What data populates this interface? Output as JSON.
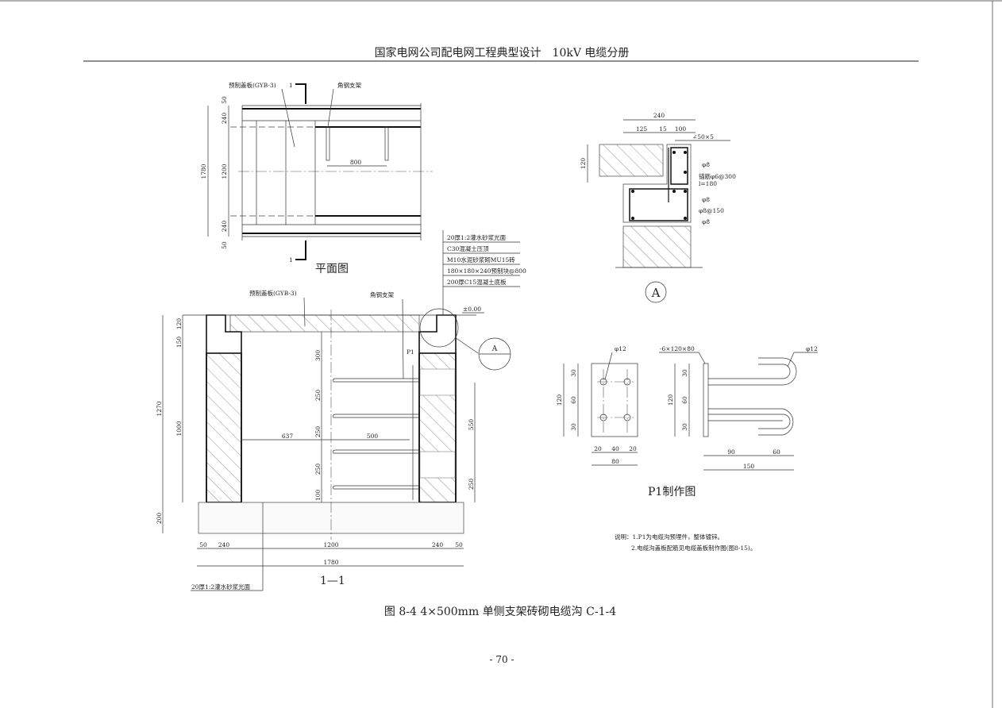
{
  "header": {
    "title": "国家电网公司配电网工程典型设计　10kV 电缆分册"
  },
  "plan_view": {
    "title": "平面图",
    "label_cover": "预制盖板(GYB-3)",
    "label_bracket": "角钢支架",
    "section_mark": "1",
    "dims": {
      "d50_top": "50",
      "d240_top": "240",
      "d1200": "1200",
      "d1780": "1780",
      "d240_bot": "240",
      "d50_bot": "50",
      "d800": "800"
    }
  },
  "layers": [
    "20厚1:2灌水砂浆光面",
    "C30混凝土压顶",
    "M10水泥砂浆砌MU15砖",
    "180×180×240预制块@800",
    "200厚C15混凝土底板"
  ],
  "section_view": {
    "title": "1—1",
    "label_cover": "预制盖板(GYB-3)",
    "label_bracket": "角钢支架",
    "label_p1": "P1",
    "level": "±0.00",
    "detail_ref": "A",
    "bottom_note": "20厚1:2灌水砂浆光面",
    "dims_left": {
      "d120": "120",
      "d150": "150",
      "d1270": "1270",
      "d1000": "1000",
      "d200": "200"
    },
    "dims_mid": {
      "d300": "300",
      "d250a": "250",
      "d250b": "250",
      "d250c": "250",
      "d100": "100",
      "d637": "637",
      "d500": "500"
    },
    "dims_right": {
      "d550": "550",
      "d250": "250"
    },
    "dims_bottom": {
      "d50a": "50",
      "d240a": "240",
      "d1200": "1200",
      "d240b": "240",
      "d50b": "50",
      "d1780": "1780"
    }
  },
  "detail_a": {
    "title": "A",
    "dims": {
      "d240": "240",
      "d125": "125",
      "d15": "15",
      "d100": "100",
      "d120": "120"
    },
    "labels": {
      "angle": "∠50×5",
      "r1": "φ8",
      "r2": "锚筋φ6@300",
      "r3": "l=180",
      "r4": "φ8",
      "r5": "φ8@150",
      "r6": "φ8"
    }
  },
  "p1": {
    "title": "P1制作图",
    "hole_label": "φ12",
    "plate_label": "-6×120×80",
    "hook_label": "φ12",
    "front_dims": {
      "d120": "120",
      "d30a": "30",
      "d60": "60",
      "d30b": "30",
      "d20a": "20",
      "d40": "40",
      "d20b": "20",
      "d80": "80"
    },
    "side_dims": {
      "d120": "120",
      "d30a": "30",
      "d60": "60",
      "d30b": "30",
      "d90": "90",
      "d60h": "60",
      "d150": "150"
    }
  },
  "notes": {
    "line1": "说明：1.P1为电缆沟预埋件，整体镀锌。",
    "line2": "2.电缆沟盖板配筋见电缆盖板制作图(图8-15)。"
  },
  "caption": "图 8-4  4×500mm 单侧支架砖砌电缆沟 C-1-4",
  "page_number": "- 70 -"
}
